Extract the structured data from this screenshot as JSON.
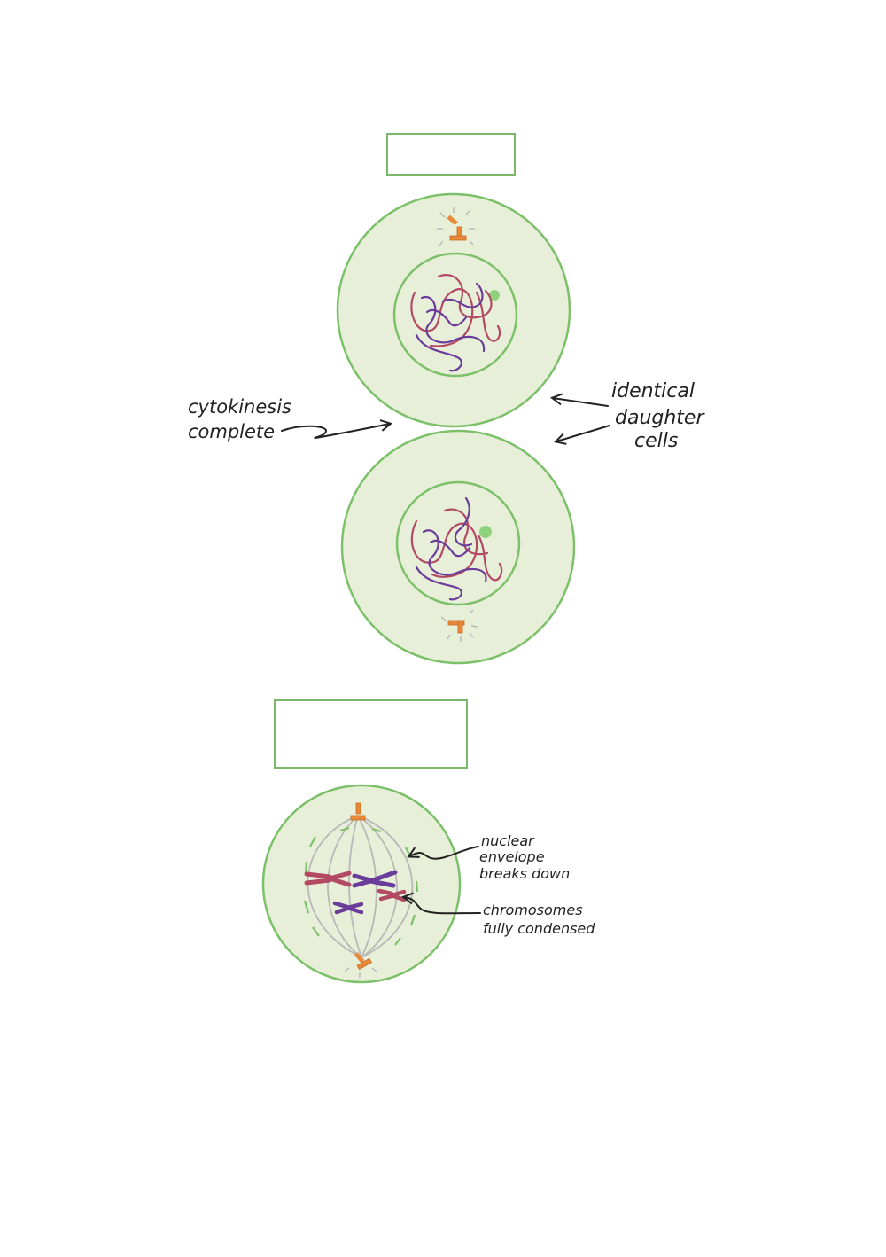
{
  "colors": {
    "cell_fill": "#e8efd9",
    "cell_outline": "#7cc16a",
    "nucleus_outline": "#7cc16a",
    "nucleolus": "#8fd27e",
    "chromatin_red": "#b24a64",
    "chromatin_purple": "#6a3d9a",
    "centrosome": "#e8893a",
    "spindle": "#b8b8b8",
    "ink": "#222222",
    "box_border": "#7cb86a"
  },
  "labels": {
    "cytokinesis": [
      "cytokinesis",
      "complete"
    ],
    "daughter_cells": [
      "identical",
      "daughter",
      "cells"
    ],
    "nuclear_envelope": [
      "nuclear",
      "envelope",
      "breaks down"
    ],
    "chromosomes": [
      "chromosomes",
      "fully condensed"
    ]
  },
  "answer_boxes": {
    "top_value": "",
    "bottom_value": ""
  }
}
